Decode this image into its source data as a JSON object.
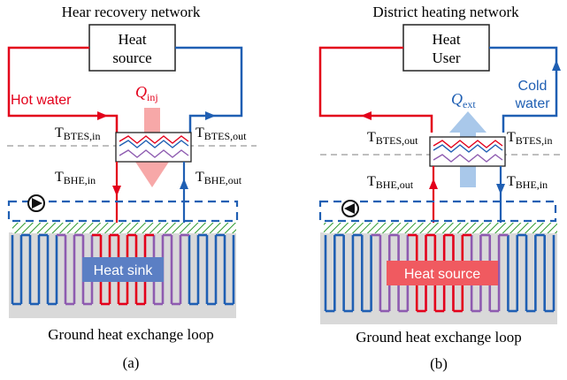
{
  "panel_a": {
    "title": "Hear recovery network",
    "box_line1": "Heat",
    "box_line2": "source",
    "flow_label": "Hot water",
    "q_symbol": "Q",
    "q_sub": "inj",
    "t_main": "T",
    "tbtes_in_sub": "BTES,in",
    "tbtes_out_sub": "BTES,out",
    "tbhe_in_sub": "BHE,in",
    "tbhe_out_sub": "BHE,out",
    "ground_label": "Heat sink",
    "loop_caption": "Ground heat exchange loop",
    "panel_label": "(a)"
  },
  "panel_b": {
    "title": "District heating network",
    "box_line1": "Heat",
    "box_line2": "User",
    "flow_label_1": "Cold",
    "flow_label_2": "water",
    "q_symbol": "Q",
    "q_sub": "ext",
    "t_main": "T",
    "tbtes_out_sub": "BTES,out",
    "tbtes_in_sub": "BTES,in",
    "tbhe_out_sub": "BHE,out",
    "tbhe_in_sub": "BHE,in",
    "ground_label": "Heat source",
    "loop_caption": "Ground heat exchange loop",
    "panel_label": "(b)"
  },
  "colors": {
    "hot": "#e3001b",
    "cold": "#1f5fb3",
    "purple": "#8e5bb0",
    "ground": "#d9d9d9",
    "hatch": "#2e9b2e",
    "hot_arrow": "#f7a8a8",
    "cold_arrow": "#a9c8ea",
    "heat_sink_box": "#5b7fc4",
    "heat_source_box": "#f05a60"
  }
}
